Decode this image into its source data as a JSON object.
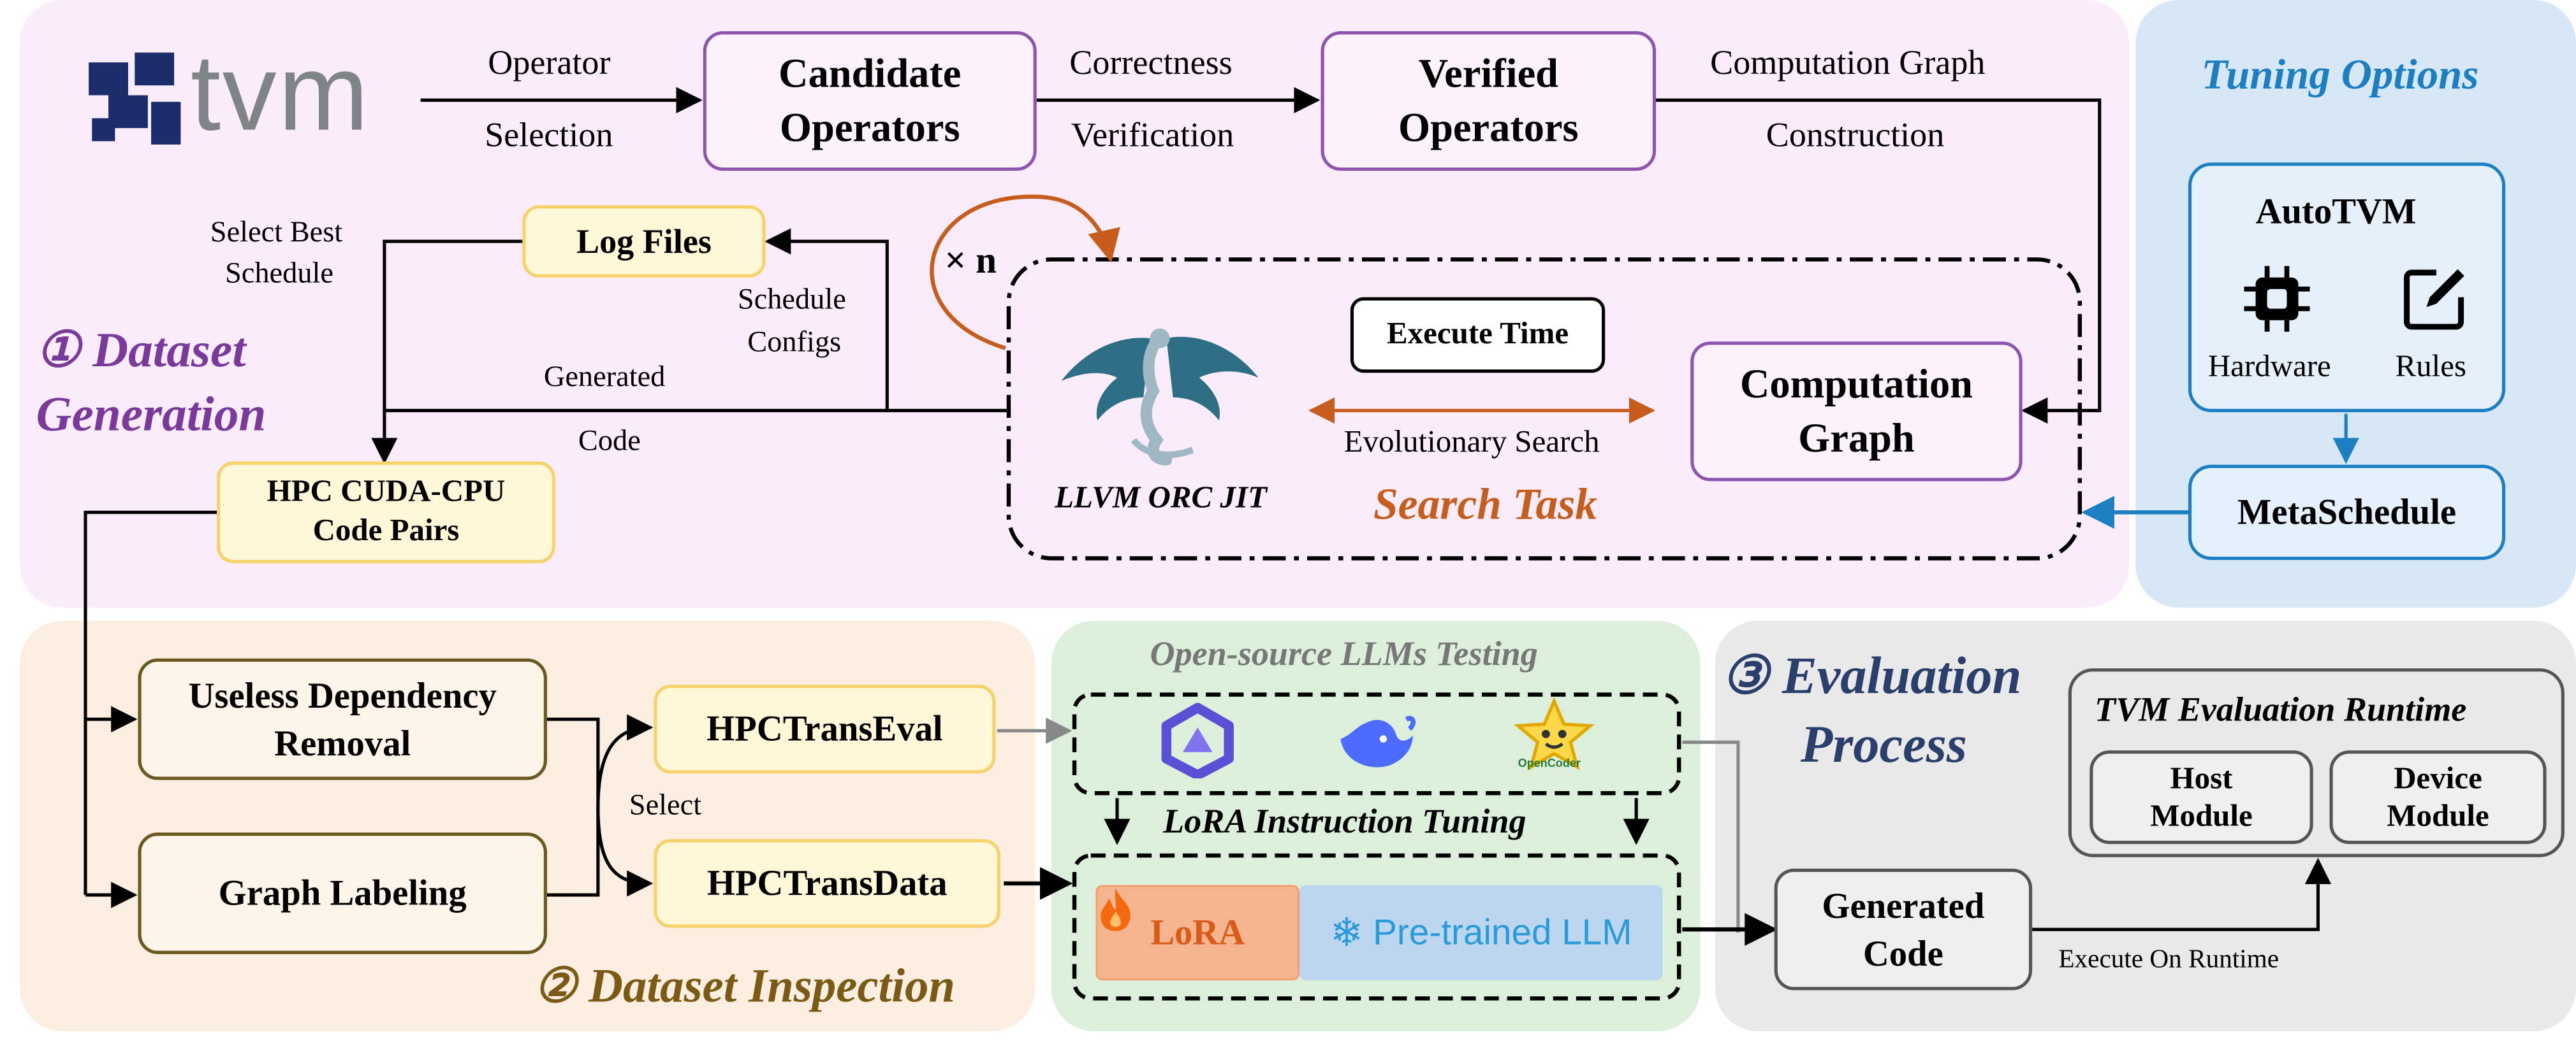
{
  "tvm_logo": {
    "text": "tvm"
  },
  "top_flow": {
    "operator_selection": [
      "Operator",
      "Selection"
    ],
    "candidate_operators": [
      "Candidate",
      "Operators"
    ],
    "correctness_verification": [
      "Correctness",
      "Verification"
    ],
    "verified_operators": [
      "Verified",
      "Operators"
    ],
    "graph_construction": [
      "Computation Graph",
      "Construction"
    ]
  },
  "generation": {
    "section_label": [
      "① Dataset",
      "Generation"
    ],
    "log_files": "Log Files",
    "select_best_schedule": [
      "Select Best",
      "Schedule"
    ],
    "schedule_configs": [
      "Schedule",
      "Configs"
    ],
    "generated_code": [
      "Generated",
      "Code"
    ],
    "code_pairs": [
      "HPC CUDA-CPU",
      "Code Pairs"
    ],
    "times_n": "× n",
    "llvm_label": "LLVM ORC JIT",
    "execute_time": "Execute Time",
    "evolutionary_search": "Evolutionary Search",
    "search_task": "Search Task",
    "computation_graph": [
      "Computation",
      "Graph"
    ]
  },
  "tuning": {
    "title": "Tuning Options",
    "autotvm": "AutoTVM",
    "hardware": "Hardware",
    "rules": "Rules",
    "metaschedule": "MetaSchedule"
  },
  "inspection": {
    "useless_removal": [
      "Useless Dependency",
      "Removal"
    ],
    "graph_labeling": "Graph Labeling",
    "select": "Select",
    "hpctranseval": "HPCTransEval",
    "hpctransdata": "HPCTransData",
    "section_label": "② Dataset Inspection"
  },
  "llm": {
    "testing_title": "Open-source LLMs Testing",
    "opencoder_caption": "OpenCoder",
    "lora_tuning": "LoRA Instruction Tuning",
    "lora": "LoRA",
    "pretrained": "Pre-trained LLM"
  },
  "evaluation": {
    "section_label": [
      "③ Evaluation",
      "Process"
    ],
    "runtime_title": "TVM Evaluation Runtime",
    "host_module": [
      "Host",
      "Module"
    ],
    "device_module": [
      "Device",
      "Module"
    ],
    "generated_code": [
      "Generated",
      "Code"
    ],
    "execute_on_runtime": "Execute On Runtime"
  },
  "colors": {
    "generation_bg": "#fbecfb",
    "tuning_bg": "#d7e7f6",
    "inspection_bg": "#fcefe2",
    "llm_bg": "#dcefdb",
    "evaluation_bg": "#e9e9e9",
    "purple_label": "#7a3a9b",
    "brown_label": "#7a5a14",
    "navy_label": "#2a3f6c",
    "blue_label": "#1c7fc1",
    "orange_label": "#c65d1c"
  }
}
